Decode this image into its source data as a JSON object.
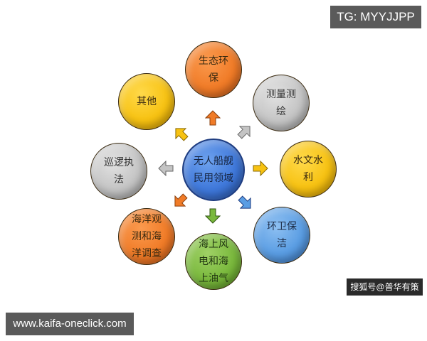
{
  "watermarks": {
    "tg": "TG: MYYJJPP",
    "site": "www.kaifa-oneclick.com",
    "sohu": "搜狐号@普华有策"
  },
  "diagram": {
    "center": {
      "label": "无人船舰民用领域",
      "color": "#3f78da"
    },
    "nodes": [
      {
        "id": "eco",
        "label": "生态环保",
        "color": "#f07b27"
      },
      {
        "id": "survey",
        "label": "测量测绘",
        "color": "#c4c4c4"
      },
      {
        "id": "hydro",
        "label": "水文水利",
        "color": "#f7c212"
      },
      {
        "id": "sanitation",
        "label": "环卫保洁",
        "color": "#5a9de3"
      },
      {
        "id": "wind",
        "label": "海上风电和海上油气",
        "color": "#79b83c"
      },
      {
        "id": "ocean",
        "label": "海洋观测和海洋调查",
        "color": "#f07b27"
      },
      {
        "id": "patrol",
        "label": "巡逻执法",
        "color": "#c4c4c4"
      },
      {
        "id": "other",
        "label": "其他",
        "color": "#f7c212"
      }
    ]
  }
}
